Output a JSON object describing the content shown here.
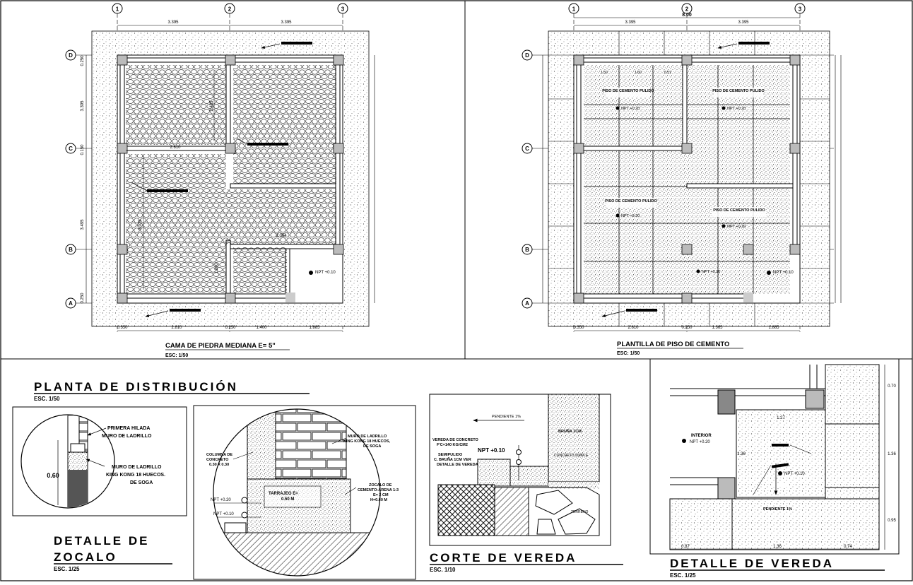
{
  "plan1": {
    "title": "CAMA DE PIEDRA MEDIANA E= 5\"",
    "scale": "ESC: 1/50",
    "axes": [
      "1",
      "2",
      "3",
      "D",
      "C",
      "B",
      "A"
    ],
    "dims_top": [
      "3.395",
      "3.395"
    ],
    "dims_bottom": [
      "0.350",
      "2.810",
      "0.250",
      "1.400",
      "1.885"
    ],
    "dims_left": [
      "0.250",
      "3.395",
      "0.150",
      "3.495",
      "0.250"
    ],
    "dims_inner": [
      "2.810",
      "2.425",
      "3.025",
      "1.200"
    ],
    "npt": "NPT +0.10"
  },
  "plan2": {
    "title": "PLANTILLA DE PISO DE CEMENTO",
    "scale": "ESC: 1/50",
    "overall": "8.00",
    "dims_top": [
      "3.395",
      "3.395"
    ],
    "dims_bottom": [
      "0.350",
      "2.810",
      "0.250",
      "1.365",
      "1.885"
    ],
    "rooms": [
      "PISO DE CEMENTO PULIDO",
      "PISO DE CEMENTO PULIDO",
      "PISO DE CEMENTO PULIDO",
      "PISO DE CEMENTO PULIDO"
    ],
    "npt_rooms": "NPT +0.20",
    "npt": "NPT +0.10",
    "grid": [
      "1.50",
      "1.60",
      "0.51"
    ]
  },
  "distribucion": {
    "title": "PLANTA DE DISTRIBUCIÓN",
    "scale": "ESC. 1/50"
  },
  "zocalo": {
    "title_line1": "DETALLE DE",
    "title_line2": "ZOCALO",
    "scale": "ESC. 1/25",
    "labels": [
      "PRIMERA HILADA",
      "MURO DE LADRILLO",
      "MURO DE LADRILLO",
      "KING KONG 18 HUECOS.",
      "DE SOGA"
    ],
    "height": "0.60",
    "detail_labels": [
      "COLUMNA DE",
      "CONCRETO",
      "0.30 X 0.30",
      "MURO DE LADRILLO",
      "KING KONG 18 HUECOS,",
      "DE SOGA",
      "ZOCALO DE",
      "CEMENTO-ARENA 1:3",
      "E= 2 CM",
      "H=0.60 M"
    ],
    "npt_a": "NPT +0.20",
    "npt_b": "NPT +0.10",
    "tarrajeo": "TARRAJEO E=",
    "tarrajeo_b": "0.50 M"
  },
  "corte": {
    "title": "CORTE DE VEREDA",
    "scale": "ESC. 1/10",
    "labels": [
      "PENDIENTE 1%",
      "VEREDA DE CONCRETO",
      "F'C=140 KG/CM2",
      "SEMIPULIDO",
      "C. BRUÑA 1CM VER",
      "DETALLE DE VEREDA",
      "BRUÑA 1CM",
      "CONCRETO SIMPLE",
      "TERRENO"
    ],
    "npt": "NPT +0.10"
  },
  "vereda": {
    "title": "DETALLE DE VEREDA",
    "scale": "ESC. 1/25",
    "interior": "INTERIOR",
    "npt_int": "NPT +0.20",
    "npt_ext": "NPT +0.10",
    "pendiente": "PENDIENTE 1%",
    "dims": [
      "0.70",
      "1.36",
      "0.95",
      "0.87",
      "1.36",
      "0.74",
      "1.27",
      "1.36"
    ]
  }
}
